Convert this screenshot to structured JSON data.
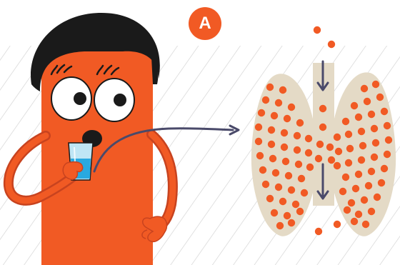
{
  "badge": {
    "label": "A",
    "color": "#f15a24"
  },
  "colors": {
    "orange": "#f15a24",
    "orange_dark": "#c8431f",
    "hair": "#1a1a1a",
    "gland": "#e4dac6",
    "arrow": "#4a4a6a",
    "stripe": "#d4d4d4",
    "glass": "#bfe6f5",
    "water": "#29a9e0"
  },
  "illustration": {
    "character": "person-drinking-water",
    "organ": "thyroid-gland",
    "particles": "iodine-dots"
  }
}
